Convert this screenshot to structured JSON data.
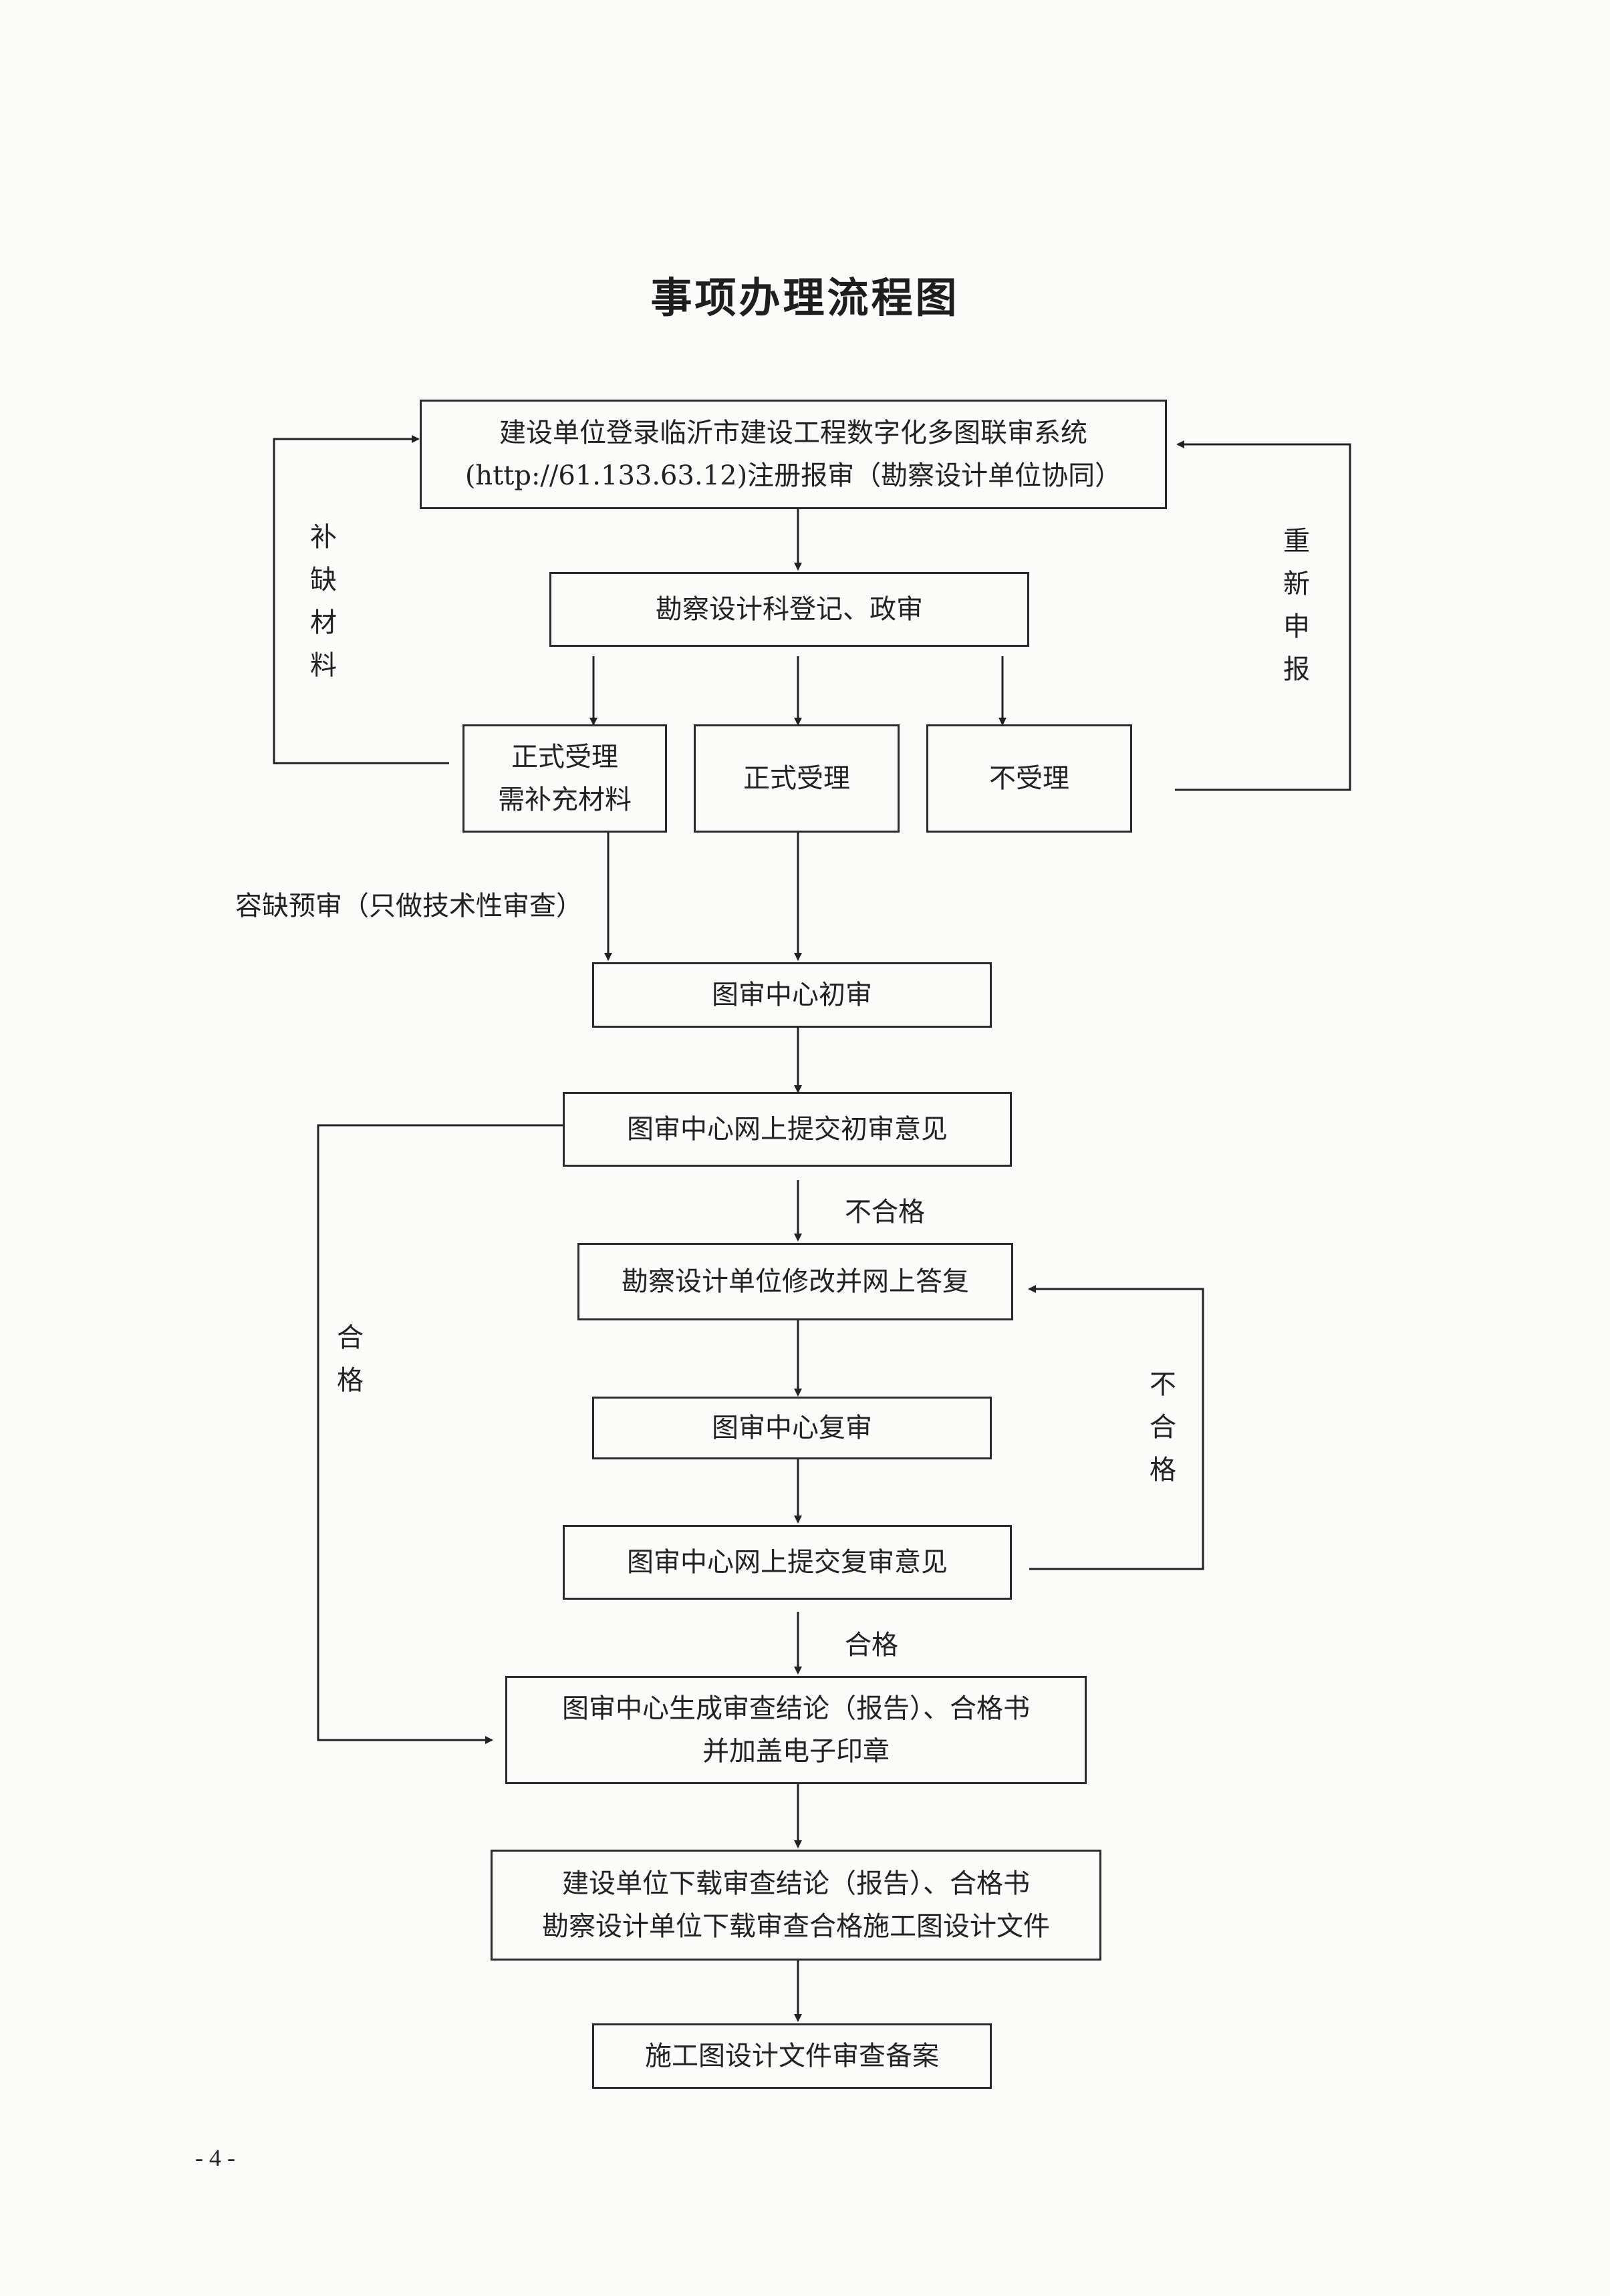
{
  "title": "事项办理流程图",
  "nodes": {
    "register": {
      "line1": "建设单位登录临沂市建设工程数字化多图联审系统",
      "line2": "(http://61.133.63.12)注册报审（勘察设计单位协同）"
    },
    "registration_check": {
      "line1": "勘察设计科登记、政审"
    },
    "accept_supplement": {
      "line1": "正式受理",
      "line2": "需补充材料"
    },
    "accept": {
      "line1": "正式受理"
    },
    "reject": {
      "line1": "不受理"
    },
    "initial_review": {
      "line1": "图审中心初审"
    },
    "submit_initial_opinion": {
      "line1": "图审中心网上提交初审意见"
    },
    "revise_reply": {
      "line1": "勘察设计单位修改并网上答复"
    },
    "re_review": {
      "line1": "图审中心复审"
    },
    "submit_re_review_opinion": {
      "line1": "图审中心网上提交复审意见"
    },
    "generate_conclusion": {
      "line1": "图审中心生成审查结论（报告）、合格书",
      "line2": "并加盖电子印章"
    },
    "download": {
      "line1": "建设单位下载审查结论（报告）、合格书",
      "line2": "勘察设计单位下载审查合格施工图设计文件"
    },
    "filing": {
      "line1": "施工图设计文件审查备案"
    }
  },
  "edge_labels": {
    "tolerant_review": "容缺预审（只做技术性审查）",
    "unqualified_1": "不合格",
    "qualified_1": "合格"
  },
  "vertical_labels": {
    "supplement_materials": [
      "补",
      "缺",
      "材",
      "料"
    ],
    "resubmit": [
      "重",
      "新",
      "申",
      "报"
    ],
    "qualified_side": [
      "合",
      "格"
    ],
    "unqualified_side": [
      "不",
      "合",
      "格"
    ]
  },
  "page_number": "- 4 -"
}
